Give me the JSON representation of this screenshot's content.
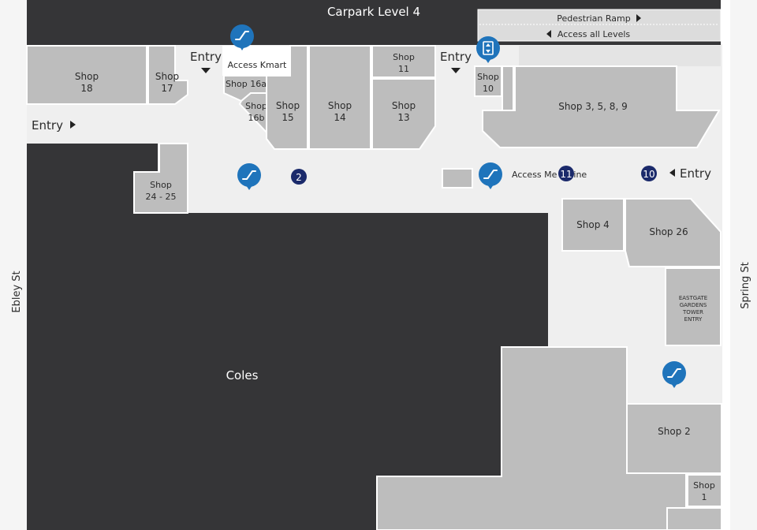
{
  "map": {
    "carpark_label": "Carpark Level 4",
    "coles_label": "Coles",
    "pedestrian_ramp": "Pedestrian Ramp",
    "access_all_levels": "Access all Levels",
    "access_kmart": "Access Kmart",
    "access_mezzanine": "Access Me      ine",
    "entry_label": "Entry",
    "streets": {
      "left": "Ebley St",
      "right": "Spring St"
    },
    "shops": {
      "s18": [
        "Shop",
        "18"
      ],
      "s17": [
        "Shop",
        "17"
      ],
      "s16a": "Shop 16a",
      "s16b": [
        "Shop",
        "16b"
      ],
      "s15": [
        "Shop",
        "15"
      ],
      "s14": [
        "Shop",
        "14"
      ],
      "s13": [
        "Shop",
        "13"
      ],
      "s11": [
        "Shop",
        "11"
      ],
      "s10": [
        "Shop",
        "10"
      ],
      "s3589": "Shop 3, 5, 8, 9",
      "s2425": [
        "Shop",
        "24 - 25"
      ],
      "s4": "Shop 4",
      "s26": "Shop 26",
      "s2": "Shop 2",
      "s1": [
        "Shop",
        "1"
      ]
    },
    "eastgate_lines": [
      "EASTGATE",
      "GARDENS",
      "TOWER",
      "ENTRY"
    ],
    "markers": [
      "2",
      "11",
      "10"
    ],
    "icons": [
      "escalator-icon",
      "lift-icon"
    ],
    "colors": {
      "building": "#353537",
      "shop": "#bdbdbd",
      "corridor": "#efefef",
      "pin": "#1f74bb",
      "marker": "#1b2a6b"
    }
  }
}
